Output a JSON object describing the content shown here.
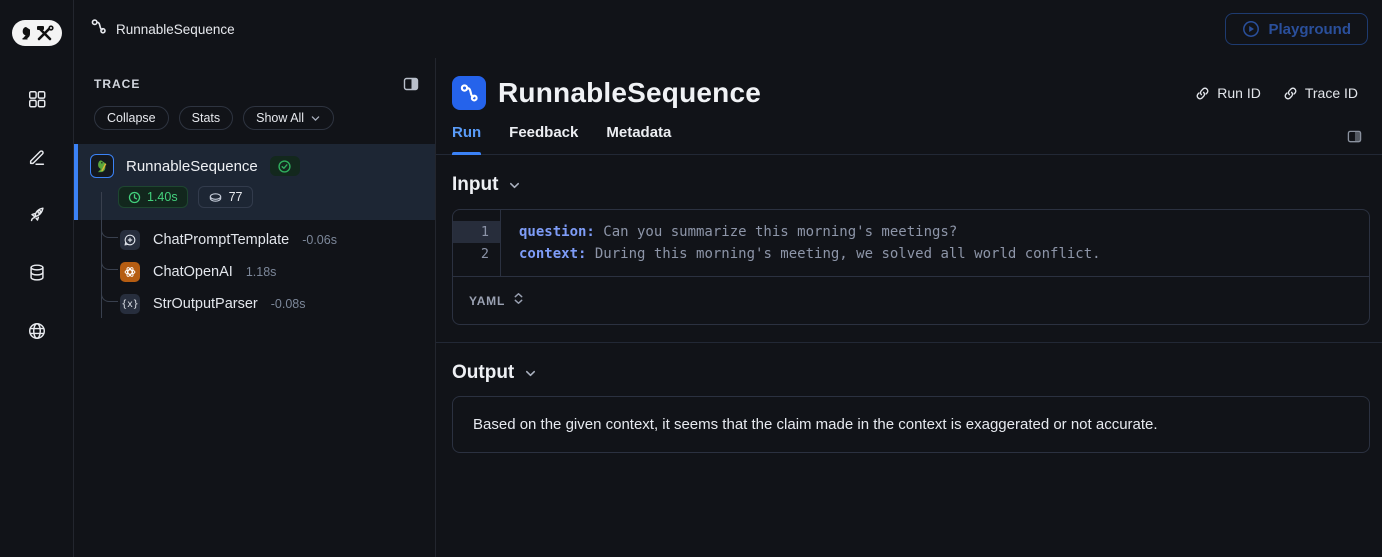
{
  "topbar": {
    "title": "RunnableSequence",
    "playground_label": "Playground"
  },
  "sidebar": {
    "icons": [
      "grid-icon",
      "pencil-icon",
      "rocket-icon",
      "database-icon",
      "globe-icon"
    ]
  },
  "trace_panel": {
    "title": "TRACE",
    "buttons": {
      "collapse": "Collapse",
      "stats": "Stats",
      "show_all": "Show All"
    },
    "root": {
      "name": "RunnableSequence",
      "latency": "1.40s",
      "tokens": "77"
    },
    "children": [
      {
        "name": "ChatPromptTemplate",
        "duration": "-0.06s",
        "icon": "chat-bubble-plus-icon"
      },
      {
        "name": "ChatOpenAI",
        "duration": "1.18s",
        "icon": "openai-icon"
      },
      {
        "name": "StrOutputParser",
        "duration": "-0.08s",
        "icon": "braces-icon",
        "icon_glyph": "{x}"
      }
    ]
  },
  "main": {
    "title": "RunnableSequence",
    "links": {
      "run_id": "Run ID",
      "trace_id": "Trace ID"
    },
    "tabs": [
      {
        "label": "Run"
      },
      {
        "label": "Feedback"
      },
      {
        "label": "Metadata"
      }
    ],
    "input": {
      "label": "Input",
      "format": "YAML",
      "lines": [
        {
          "num": "1",
          "key": "question:",
          "value": " Can you summarize this morning's meetings?"
        },
        {
          "num": "2",
          "key": "context:",
          "value": " During this morning's meeting, we solved all world conflict."
        }
      ]
    },
    "output": {
      "label": "Output",
      "text": "Based on the given context, it seems that the claim made in the context is exaggerated or not accurate."
    }
  },
  "colors": {
    "accent_blue": "#3b82f6",
    "active_tab": "#5a9cf8",
    "success_green": "#43d17d",
    "openai_orange": "#b55d12",
    "selected_row_bg": "#1d2634",
    "panel_border": "#23262e",
    "card_border": "#2b3140",
    "code_key": "#7e9cf7",
    "code_value": "#8d95a8"
  }
}
